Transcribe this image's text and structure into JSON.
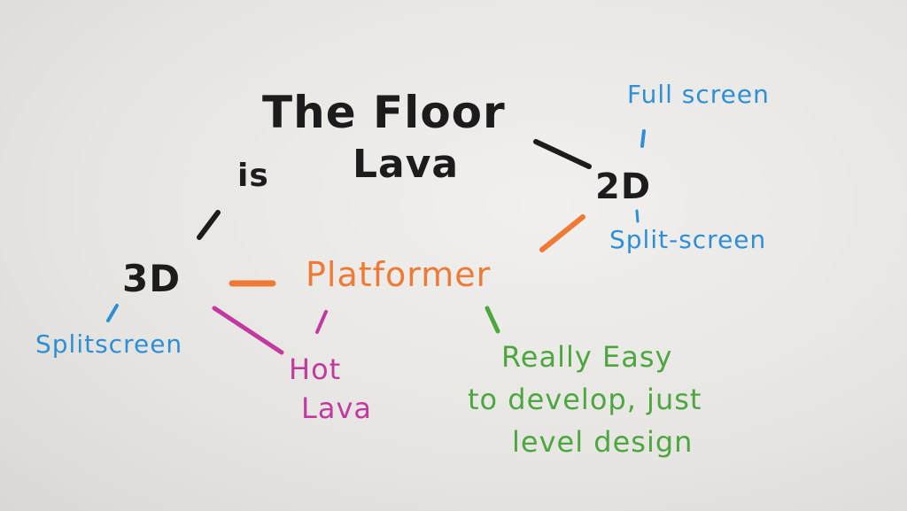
{
  "title_line1": "The Floor",
  "title_is": "is",
  "title_line2": "Lava",
  "node_2d": "2D",
  "node_2d_fullscreen": "Full screen",
  "node_2d_splitscreen": "Split-screen",
  "node_3d": "3D",
  "node_3d_splitscreen": "Splitscreen",
  "node_platformer": "Platformer",
  "node_hot_lava_1": "Hot",
  "node_hot_lava_2": "Lava",
  "note_line1": "Really Easy",
  "note_line2": "to develop, just",
  "note_line3": "level design",
  "colors": {
    "black": "#1c1c1c",
    "blue": "#2e8fd6",
    "orange": "#ee7a35",
    "purple": "#c2399f",
    "green": "#4da640"
  }
}
